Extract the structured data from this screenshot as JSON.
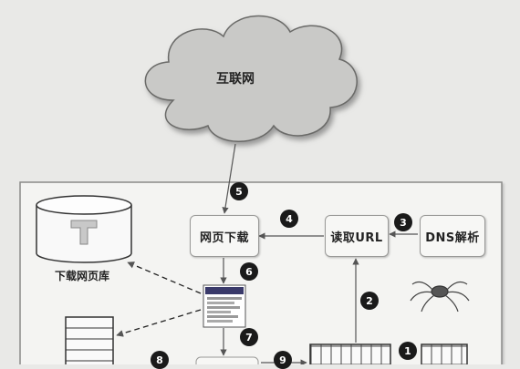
{
  "cloud": {
    "label": "互联网"
  },
  "nodes": {
    "page_download": "网页下载",
    "read_url": "读取URL",
    "dns_resolve": "DNS解析"
  },
  "database": {
    "label": "下载网页库"
  },
  "steps": [
    "5",
    "4",
    "3",
    "6",
    "2",
    "7",
    "8",
    "9",
    "1"
  ]
}
